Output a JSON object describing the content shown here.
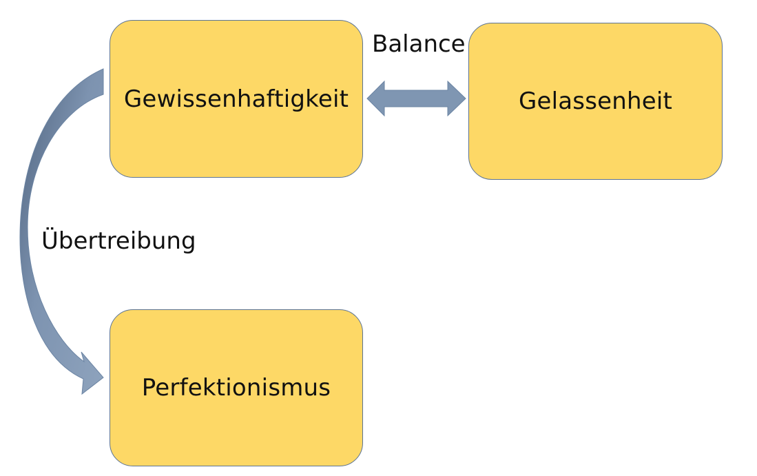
{
  "diagram": {
    "nodes": {
      "gewissenhaftigkeit": "Gewissenhaftigkeit",
      "gelassenheit": "Gelassenheit",
      "perfektionismus": "Perfektionismus"
    },
    "edges": {
      "balance": "Balance",
      "uebertreibung": "Übertreibung"
    },
    "colors": {
      "box_fill": "#fdd866",
      "box_border": "#5b7394",
      "arrow_fill": "#7f96b2",
      "arrow_stroke": "#6b84a3"
    }
  }
}
